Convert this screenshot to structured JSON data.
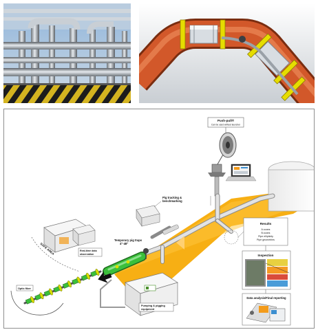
{
  "diagram": {
    "labels": {
      "push_pull": "Push-pull®",
      "push_pull_sub": "Can be used without launcher",
      "pig_tracking_line1": "Pig tracking &",
      "pig_tracking_line2": "benchmarking",
      "temporary_pig_traps_line1": "Temporary pig traps",
      "temporary_pig_traps_line2": "4\"-48\"",
      "real_time_line1": "Real-time data",
      "real_time_line2": "observation",
      "safe_area": "SAFE AREA",
      "optic_fiber": "Optic fiber",
      "pumping_line1": "Pumping & pigging",
      "pumping_line2": "equipment",
      "results": "Results",
      "results_items": [
        "A-scans",
        "B-scans",
        "Pipe ellipticity",
        "Pipe geometries"
      ],
      "inspection": "Inspection",
      "data_analysis": "Data analysis/Final reporting"
    },
    "colors": {
      "flow_band": "#f6a800",
      "pipe": "#c8c8c8",
      "pig_body": "#3bbf3b",
      "pig_yellow": "#d8e000"
    }
  }
}
